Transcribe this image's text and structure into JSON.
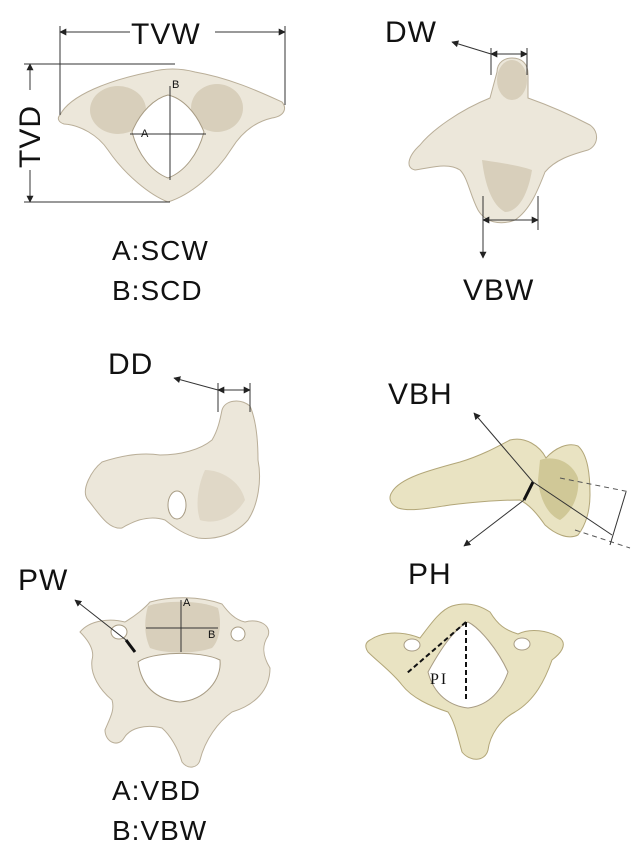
{
  "panels": {
    "top_left": {
      "tvw": "TVW",
      "tvd": "TVD",
      "point_a": "A",
      "point_b": "B",
      "legend_a": "A:SCW",
      "legend_b": "B:SCD"
    },
    "top_right": {
      "dw": "DW",
      "vbw": "VBW"
    },
    "middle_left": {
      "dd": "DD"
    },
    "middle_right": {
      "vbh": "VBH",
      "ph": "PH"
    },
    "bottom_left": {
      "pw": "PW",
      "point_a": "A",
      "point_b": "B",
      "legend_a": "A:VBD",
      "legend_b": "B:VBW"
    },
    "bottom_right": {
      "pi": "PI"
    }
  },
  "colors": {
    "bone": "#ece7da",
    "bone_yellow": "#e9e3c2",
    "ink": "#111111"
  }
}
